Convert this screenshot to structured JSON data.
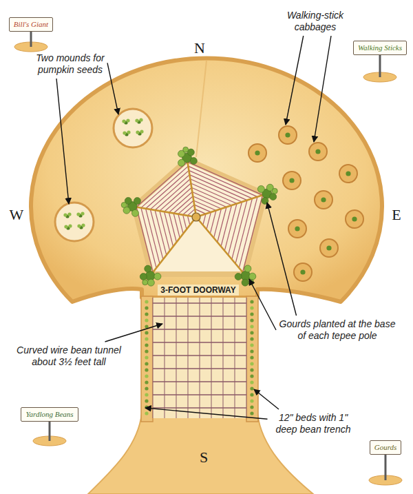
{
  "diagram": {
    "nodes": [
      {
        "text": [
          "Bill's Giant"
        ]
      },
      {
        "text": [
          "Walking Sticks"
        ]
      },
      {
        "text": [
          "Yardlong Beans"
        ]
      },
      {
        "text": [
          "Gourds"
        ]
      }
    ],
    "labels": [
      "N",
      "W",
      "E",
      "S",
      "Two mounds for pumpkin seeds",
      "Walking-stick cabbages",
      "3-FOOT DOORWAY",
      "Curved wire bean tunnel about 3½ feet tall",
      "Gourds planted at the base of each tepee pole",
      "12\" beds with 1\" deep bean trench"
    ]
  }
}
